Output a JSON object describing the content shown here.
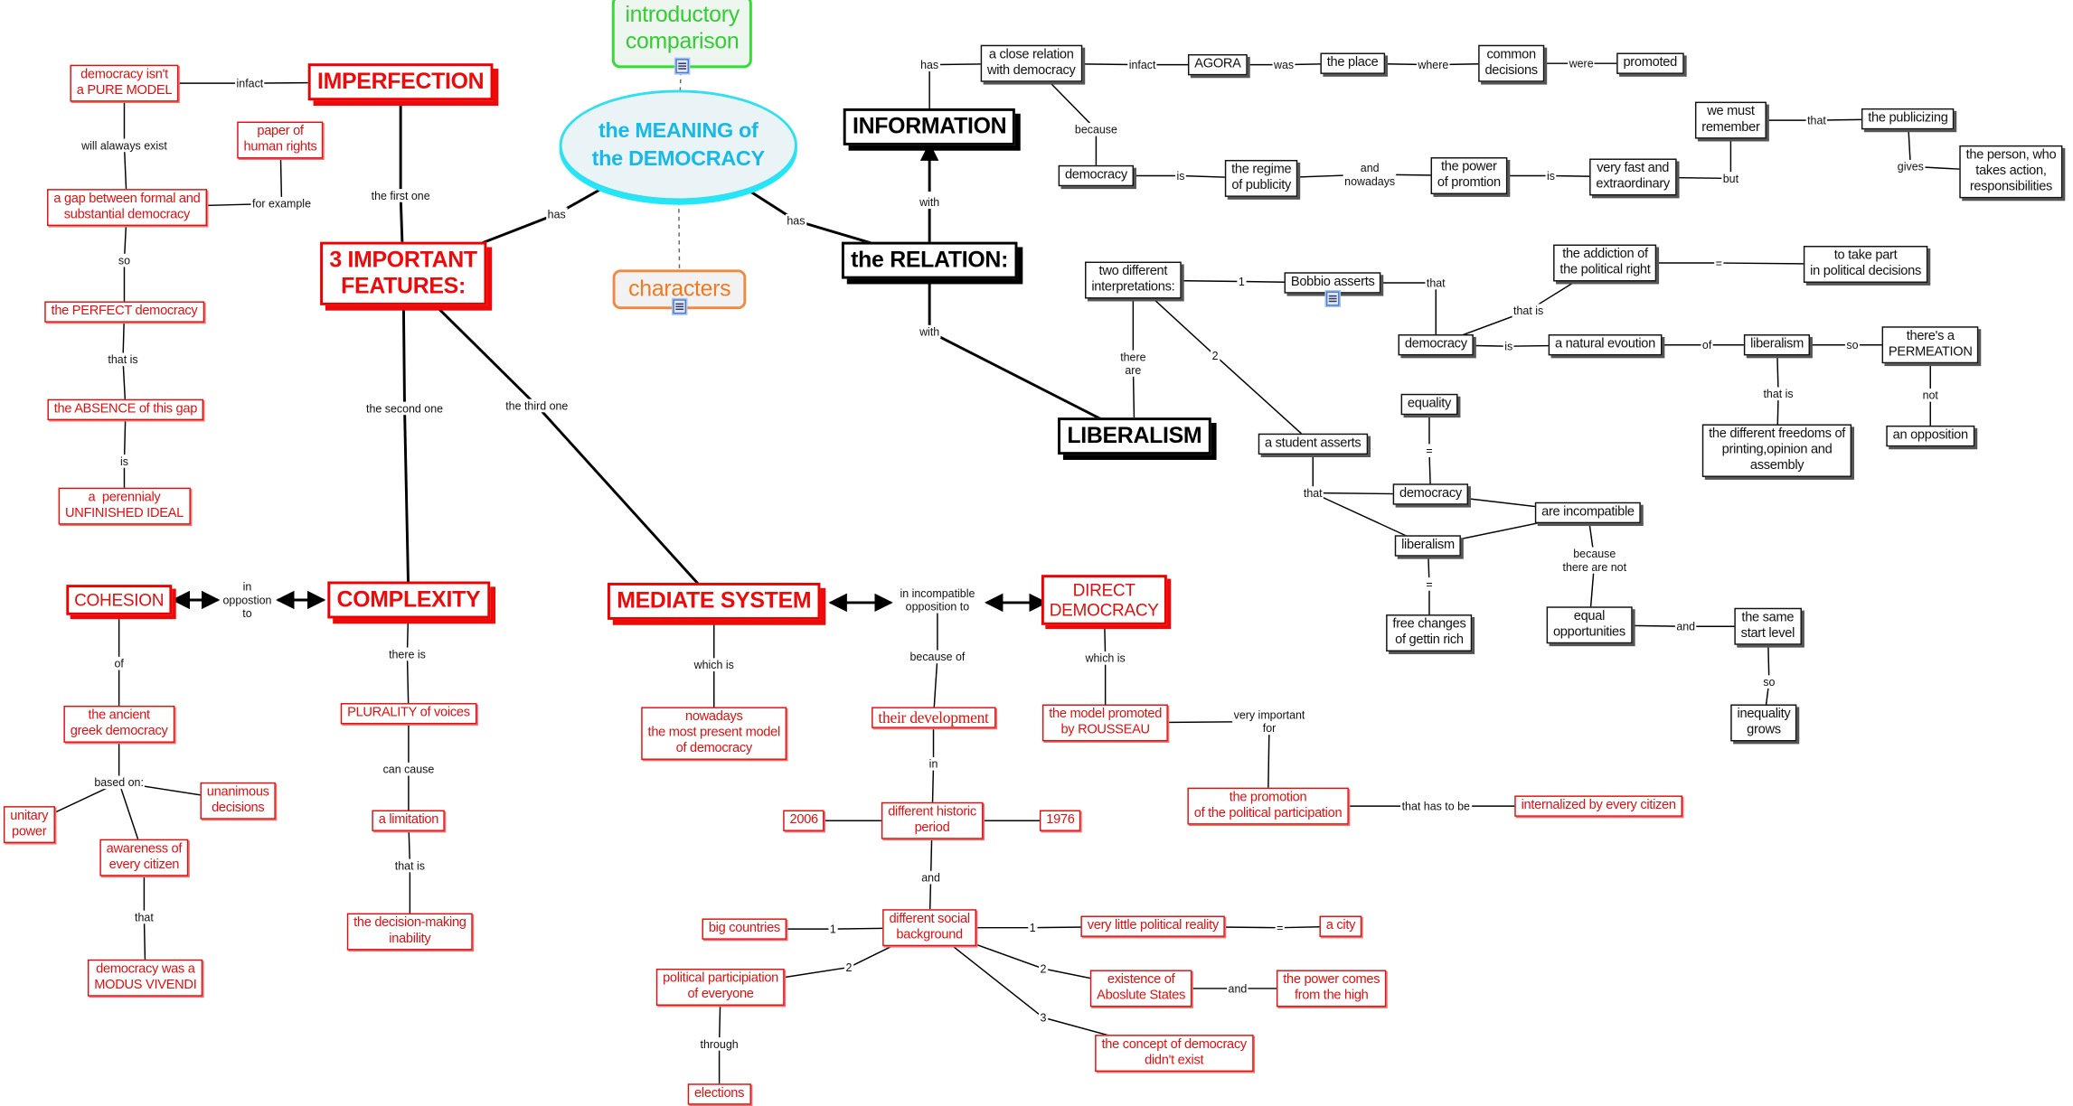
{
  "nodes": {
    "intro": "introductory\ncomparison",
    "meaning": "the MEANING of\nthe DEMOCRACY",
    "characters": "characters",
    "imperfection": "IMPERFECTION",
    "pure": "democracy isn't\na PURE MODEL",
    "paper": "paper of\nhuman rights",
    "gap": "a gap between formal and\nsubstantial democracy",
    "perfect": "the PERFECT democracy",
    "absence": "the ABSENCE of this gap",
    "unfinished": "a  perennialy\nUNFINISHED IDEAL",
    "features": "3 IMPORTANT\nFEATURES:",
    "cohesion": "COHESION",
    "complexity": "COMPLEXITY",
    "mediate": "MEDIATE SYSTEM",
    "direct": "DIRECT\nDEMOCRACY",
    "ancient": "the ancient\ngreek democracy",
    "unanimous": "unanimous\ndecisions",
    "unitary": "unitary\npower",
    "awareness": "awareness of\nevery citizen",
    "modus": "democracy was a\nMODUS VIVENDI",
    "plurality": "PLURALITY of voices",
    "limitation": "a limitation",
    "inability": "the decision-making\ninability",
    "nowadays": "nowadays\nthe most present model\nof democracy",
    "development": "their development",
    "historic": "different historic\nperiod",
    "y2006": "2006",
    "y1976": "1976",
    "social": "different social\nbackground",
    "big": "big countries",
    "polpart": "political participiation\nof everyone",
    "elections": "elections",
    "little": "very little political reality",
    "city": "a city",
    "absolute": "existence of\nAboslute States",
    "powerhigh": "the power comes\nfrom the high",
    "concept": "the concept of democracy\ndidn't exist",
    "rousseau": "the model promoted\nby ROUSSEAU",
    "promotion": "the promotion\nof the political participation",
    "internalized": "internalized by every citizen",
    "information": "INFORMATION",
    "relation": "the RELATION:",
    "liberalism": "LIBERALISM",
    "close": "a close relation\nwith democracy",
    "agora": "AGORA",
    "place": "the place",
    "common": "common\ndecisions",
    "promoted": "promoted",
    "democ1": "democracy",
    "regime": "the regime\nof publicity",
    "powerprom": "the power\nof promtion",
    "fast": "very fast and\nextraordinary",
    "remember": "we must\nremember",
    "publicizing": "the publicizing",
    "person": "the person, who\ntakes action,\nresponsibilities",
    "two": "two different\ninterpretations:",
    "bobbio": "Bobbio asserts",
    "addiction": "the addiction of\nthe political right",
    "takepart": "to take part\nin political decisions",
    "democ2": "democracy",
    "natural": "a natural evoution",
    "lib2": "liberalism",
    "permeation": "there's a\nPERMEATION",
    "freedoms": "the different freedoms of\nprinting,opinion and\nassembly",
    "opposition": "an opposition",
    "student": "a student asserts",
    "equality": "equality",
    "democ3": "democracy",
    "incompat": "are incompatible",
    "lib3": "liberalism",
    "freech": "free changes\nof gettin rich",
    "equalopp": "equal\nopportunities",
    "samestart": "the same\nstart level",
    "inequality": "inequality\ngrows"
  },
  "links": {
    "l_infact1": "infact",
    "l_willexist": "will alaways exist",
    "l_forex": "for example",
    "l_so1": "so",
    "l_thatis1": "that is",
    "l_is1": "is",
    "l_first": "the first one",
    "l_has1": "has",
    "l_has2": "has",
    "l_second": "the second one",
    "l_third": "the third one",
    "l_opp": "in\noppostion\nto",
    "l_thereis": "there is",
    "l_cancause": "can cause",
    "l_thatis2": "that is",
    "l_of1": "of",
    "l_based": "based on:",
    "l_that1": "that",
    "l_which1": "which is",
    "l_incomp": "in incompatible\nopposition to",
    "l_becauseof": "because of",
    "l_in": "in",
    "l_and1": "and",
    "l_n1a": "1",
    "l_n2a": "2",
    "l_through": "through",
    "l_n1b": "1",
    "l_eq1": "=",
    "l_n2b": "2",
    "l_n3": "3",
    "l_and2": "and",
    "l_which2": "which is",
    "l_veryimp": "very important\nfor",
    "l_thathas": "that has to be",
    "l_has3": "has",
    "l_with1": "with",
    "l_with2": "with",
    "l_infact2": "infact",
    "l_was": "was",
    "l_where": "where",
    "l_were": "were",
    "l_because1": "because",
    "l_is2": "is",
    "l_andnow": "and\nnowadays",
    "l_is3": "is",
    "l_but": "but",
    "l_that2": "that",
    "l_gives": "gives",
    "l_n1c": "1",
    "l_that3": "that",
    "l_thatis3": "that is",
    "l_is4": "is",
    "l_of2": "of",
    "l_so2": "so",
    "l_thereare": "there\nare",
    "l_n2c": "2",
    "l_thatis4": "that is",
    "l_not": "not",
    "l_eq2": "=",
    "l_that4": "that",
    "l_eq3": "=",
    "l_becausenot": "because\nthere are not",
    "l_and3": "and",
    "l_so3": "so",
    "l_eq4": "="
  },
  "icons": [
    "document-icon",
    "document-icon",
    "document-icon"
  ],
  "colors": {
    "red": "#e01010",
    "black": "#111111",
    "cyan": "#18b8e8",
    "green": "#33cc33",
    "orange": "#f07a20"
  }
}
